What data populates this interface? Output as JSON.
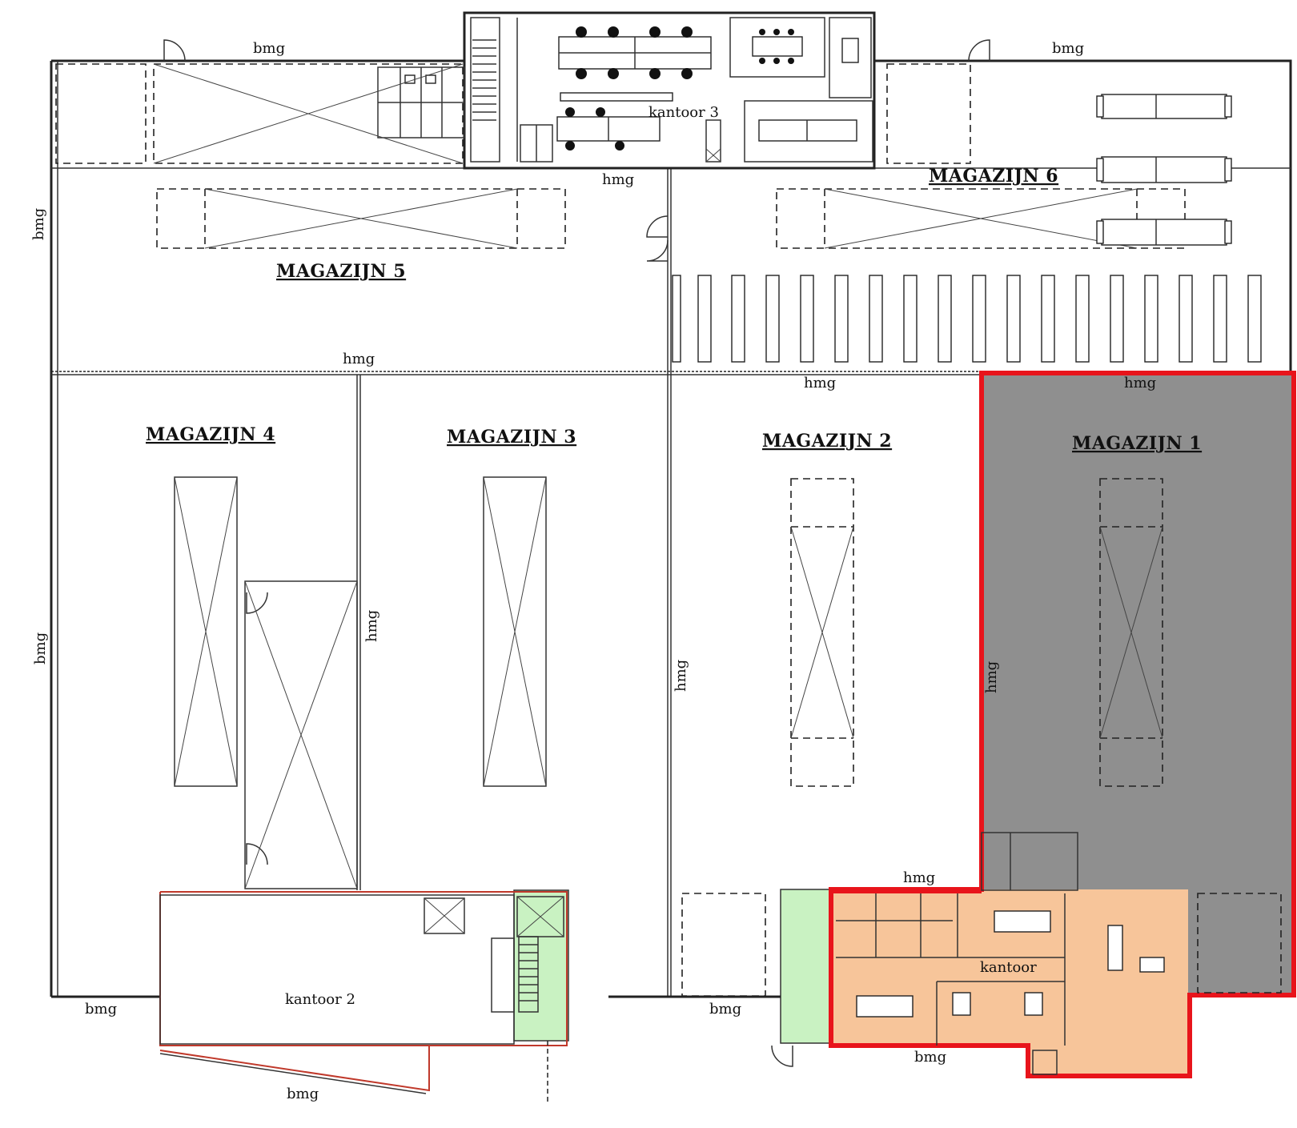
{
  "labels": {
    "magazijn_1": "MAGAZIJN 1",
    "magazijn_2": "MAGAZIJN 2",
    "magazijn_3": "MAGAZIJN 3",
    "magazijn_4": "MAGAZIJN 4",
    "magazijn_5": "MAGAZIJN 5",
    "magazijn_6": "MAGAZIJN 6",
    "kantoor": "kantoor",
    "kantoor_2": "kantoor 2",
    "kantoor_3": "kantoor 3",
    "bmg": "bmg",
    "hmg": "hmg"
  },
  "colors": {
    "highlight_outline": "#e8141b",
    "highlight_fill": "#8f8f8f",
    "office_fill": "#f7c59a",
    "stair_fill": "#c9f2c2",
    "wall": "#222222"
  }
}
